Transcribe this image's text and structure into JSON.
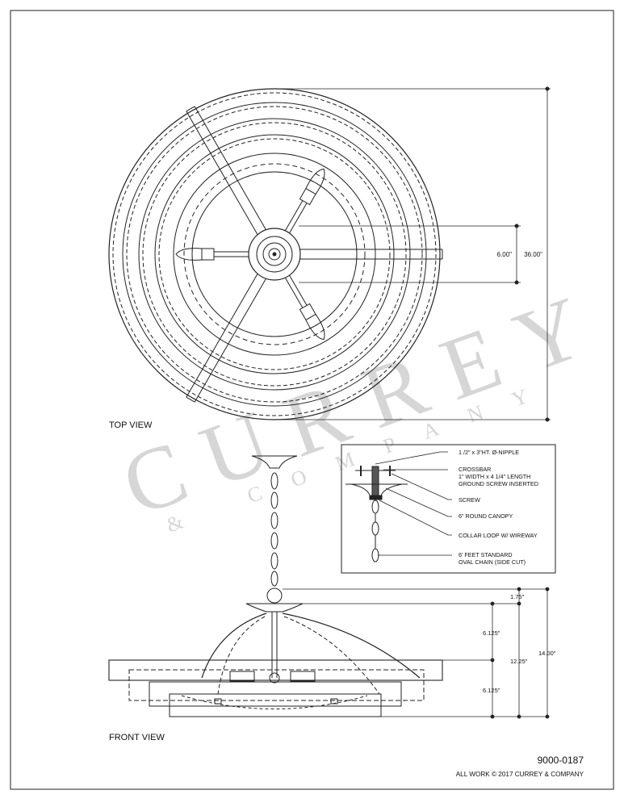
{
  "views": {
    "top_view_label": "TOP VIEW",
    "front_view_label": "FRONT VIEW"
  },
  "top_dimensions": {
    "inner": "6.00\"",
    "overall": "36.00\""
  },
  "front_dimensions": {
    "canopy_gap": "1.75\"",
    "upper_half": "6.125\"",
    "lower_half": "6.125\"",
    "body": "12.25\"",
    "overall": "14.00\""
  },
  "detail_callouts": [
    "1 /2\" x 3\"HT. Ø-NIPPLE",
    "CROSSBAR",
    "1\" WIDTH x 4 1/4\" LENGTH",
    "GROUND SCREW INSERTED",
    "SCREW",
    "6\" ROUND CANOPY",
    "COLLAR LOOP W/ WIREWAY",
    "6' FEET STANDARD",
    "OVAL CHAIN (SIDE CUT)"
  ],
  "footer": {
    "part_number": "9000-0187",
    "copyright": "ALL WORK © 2017 CURREY & COMPANY"
  },
  "watermark": {
    "name": "CURREY",
    "sub": "& COMPANY"
  }
}
